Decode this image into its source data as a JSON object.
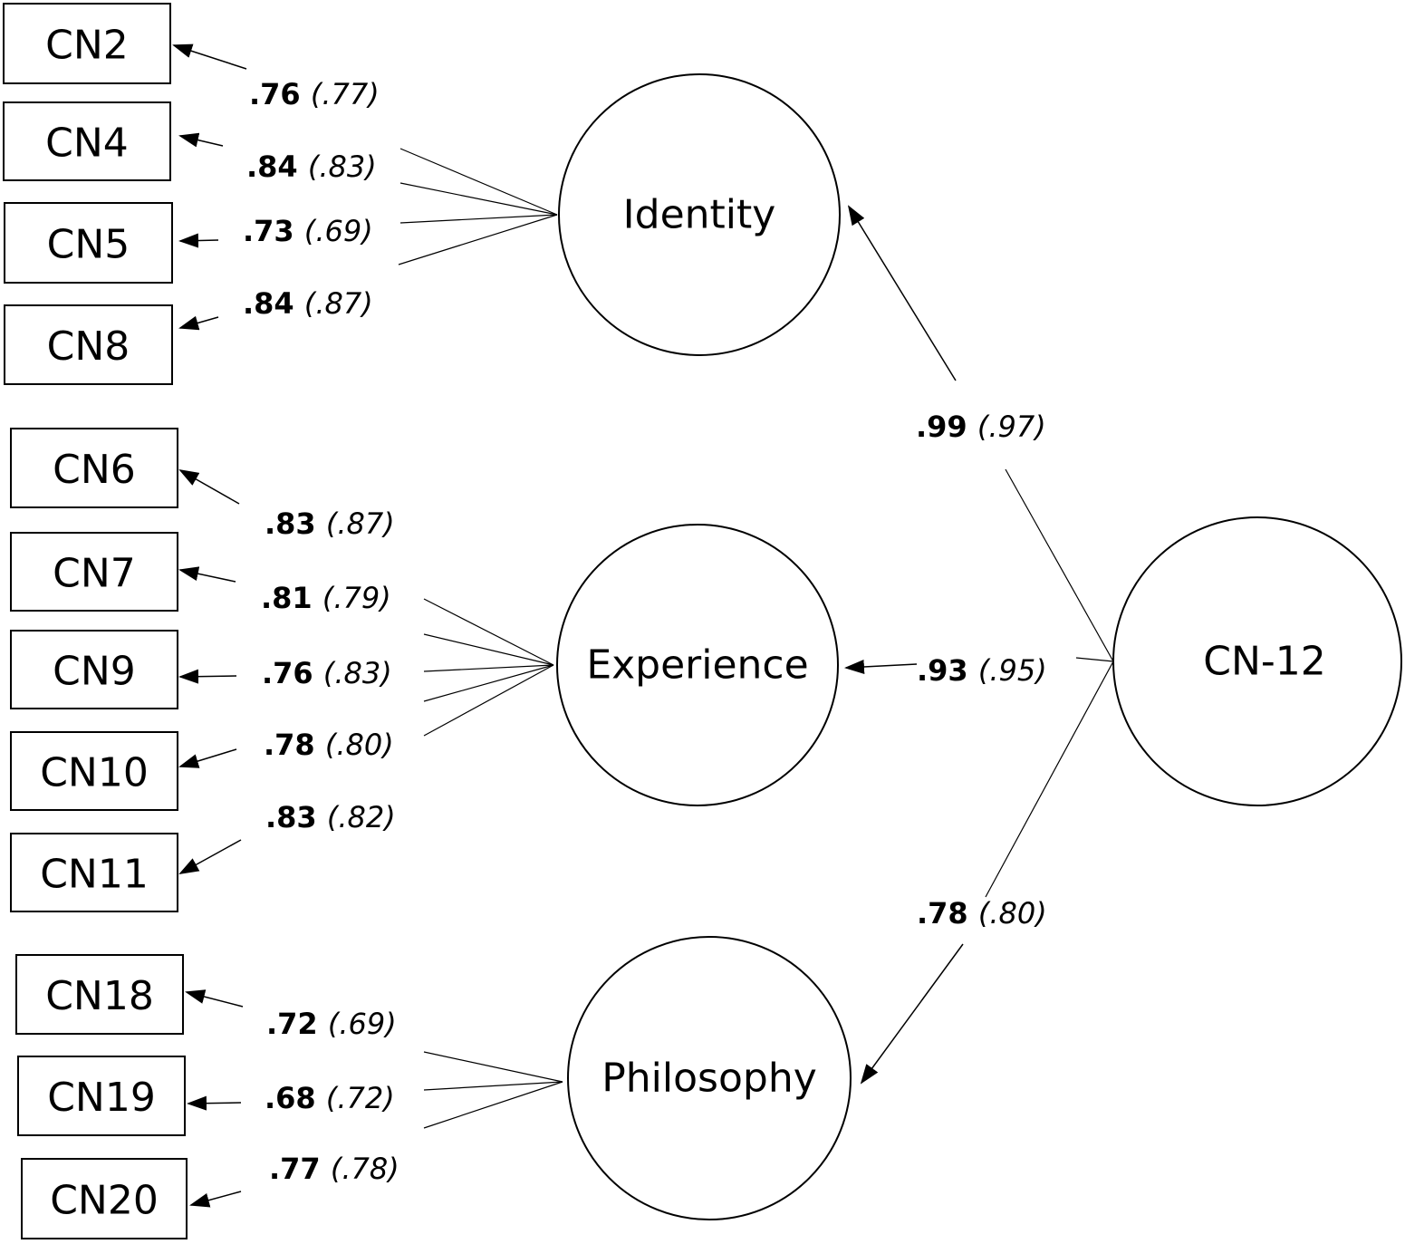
{
  "diagram": {
    "second_order_factor": "CN-12",
    "factors": [
      {
        "name": "Identity",
        "loading_on_second_order": {
          "value": ".99",
          "alt": "(.97)"
        },
        "indicators": [
          {
            "name": "CN2",
            "value": ".76",
            "alt": "(.77)"
          },
          {
            "name": "CN4",
            "value": ".84",
            "alt": "(.83)"
          },
          {
            "name": "CN5",
            "value": ".73",
            "alt": "(.69)"
          },
          {
            "name": "CN8",
            "value": ".84",
            "alt": "(.87)"
          }
        ]
      },
      {
        "name": "Experience",
        "loading_on_second_order": {
          "value": ".93",
          "alt": "(.95)"
        },
        "indicators": [
          {
            "name": "CN6",
            "value": ".83",
            "alt": "(.87)"
          },
          {
            "name": "CN7",
            "value": ".81",
            "alt": "(.79)"
          },
          {
            "name": "CN9",
            "value": ".76",
            "alt": "(.83)"
          },
          {
            "name": "CN10",
            "value": ".78",
            "alt": "(.80)"
          },
          {
            "name": "CN11",
            "value": ".83",
            "alt": "(.82)"
          }
        ]
      },
      {
        "name": "Philosophy",
        "loading_on_second_order": {
          "value": ".78",
          "alt": "(.80)"
        },
        "indicators": [
          {
            "name": "CN18",
            "value": ".72",
            "alt": "(.69)"
          },
          {
            "name": "CN19",
            "value": ".68",
            "alt": "(.72)"
          },
          {
            "name": "CN20",
            "value": ".77",
            "alt": "(.78)"
          }
        ]
      }
    ]
  }
}
